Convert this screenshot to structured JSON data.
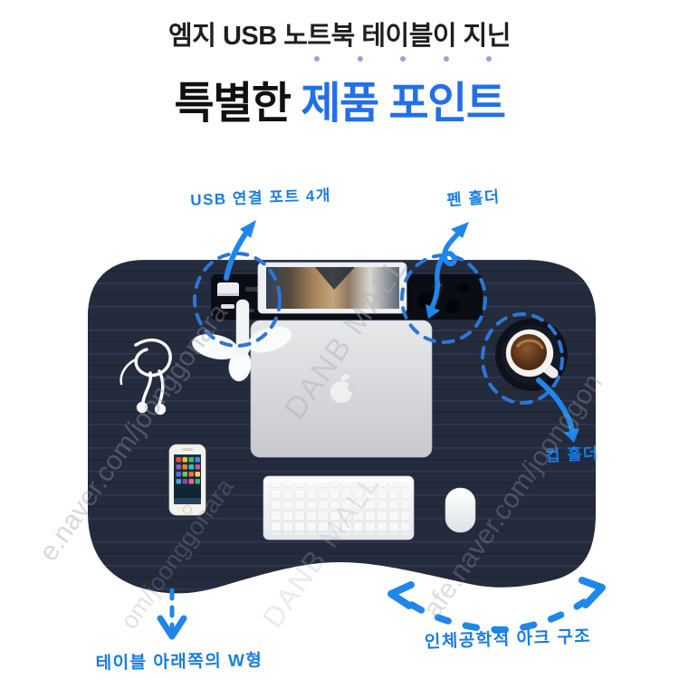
{
  "header": {
    "subtitle": "엠지 USB 노트북 테이블이 지닌",
    "title_prefix": "특별한 ",
    "title_highlight": "제품 포인트",
    "dots_count": 5
  },
  "labels": {
    "usb_ports": "USB 연결 포트 4개",
    "pen_holder": "펜 홀더",
    "cup_holder": "컵 홀더",
    "w_shape": "테이블 아래쪽의 W형",
    "arc_structure": "인체공학적 아크 구조"
  },
  "watermarks": {
    "site_left": "e.naver.com/joonggonara",
    "site_right": "afe.naver.com/joonggon",
    "site_bottom": "om/joonggonara",
    "mall": "DANB MALL",
    "mall_partial": "DANB MALL"
  },
  "colors": {
    "title_highlight_blue": "#2270e8",
    "annotation_blue": "#1a7ce2",
    "arrow_blue": "#1f86ea",
    "dashed_circle_blue": "#2d76d4",
    "table_navy": "#242b3d"
  },
  "scene": {
    "objects": [
      "laptop-table",
      "tablet",
      "usb-ports",
      "mini-fan",
      "laptop",
      "earphones",
      "smartphone",
      "keyboard",
      "mouse",
      "coffee-cup",
      "pen-holder",
      "cup-holder"
    ]
  }
}
